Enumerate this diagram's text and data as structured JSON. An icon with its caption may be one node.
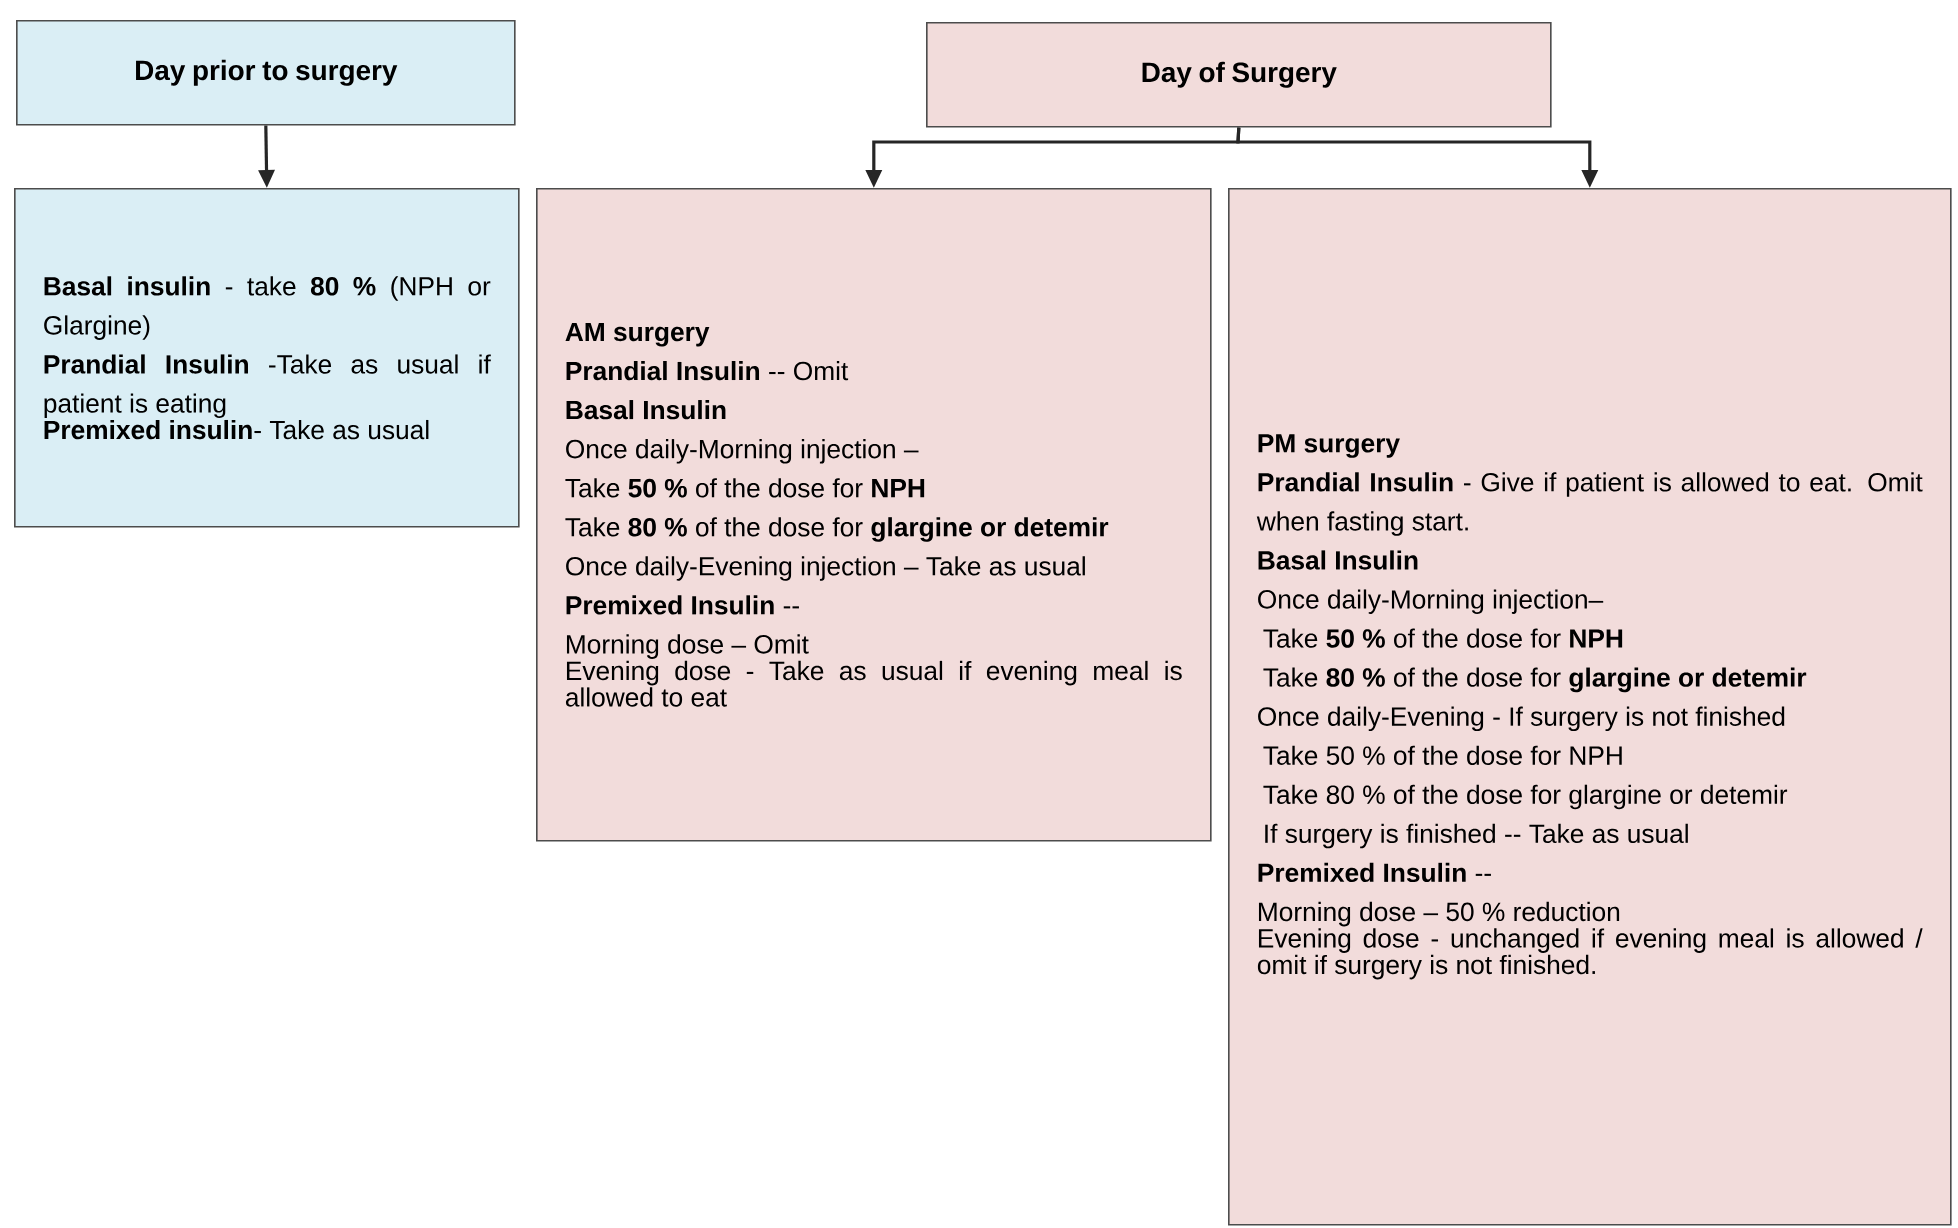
{
  "diagram": {
    "nodes": [
      {
        "text": [
          "Day prior to surgery"
        ]
      },
      {
        "text": [
          "Day of Surgery"
        ]
      },
      {
        "text": [
          "**Basal insulin** - take **80 %** (NPH or Glargine)",
          "**Prandial Insulin** -Take as usual if patient is eating",
          "**Premixed insulin**- Take as usual"
        ]
      },
      {
        "text": [
          "AM surgery",
          "**Prandial Insulin** -- Omit",
          "Basal Insulin",
          "Once daily-Morning injection –",
          "Take **50 %** of the dose for **NPH**",
          "Take **80 %** of the dose for **glargine or detemir**",
          "Once daily-Evening injection – Take as usual",
          "**Premixed Insulin** --",
          "Morning dose – Omit",
          "Evening dose - Take as usual if evening meal is allowed to eat"
        ]
      },
      {
        "text": [
          "PM surgery",
          "**Prandial Insulin** - Give if patient is allowed to eat. Omit when fasting start.",
          "Basal Insulin",
          "Once daily-Morning injection–",
          "Take **50 %** of the dose for **NPH**",
          "Take **80 %** of the dose for **glargine or detemir**",
          "Once daily-Evening - If surgery is not finished",
          "Take 50 % of the dose for NPH",
          "Take 80 % of the dose for glargine or detemir",
          "If surgery is finished -- Take as usual",
          "**Premixed Insulin** --",
          "Morning dose – 50 % reduction",
          "Evening dose - unchanged if evening meal is allowed / omit if surgery is not finished."
        ]
      }
    ],
    "edges": [
      {
        "from": 0,
        "to": 2,
        "arrow": "to"
      },
      {
        "from": 1,
        "to": 3,
        "arrow": "to"
      },
      {
        "from": 1,
        "to": 4,
        "arrow": "to"
      }
    ]
  }
}
